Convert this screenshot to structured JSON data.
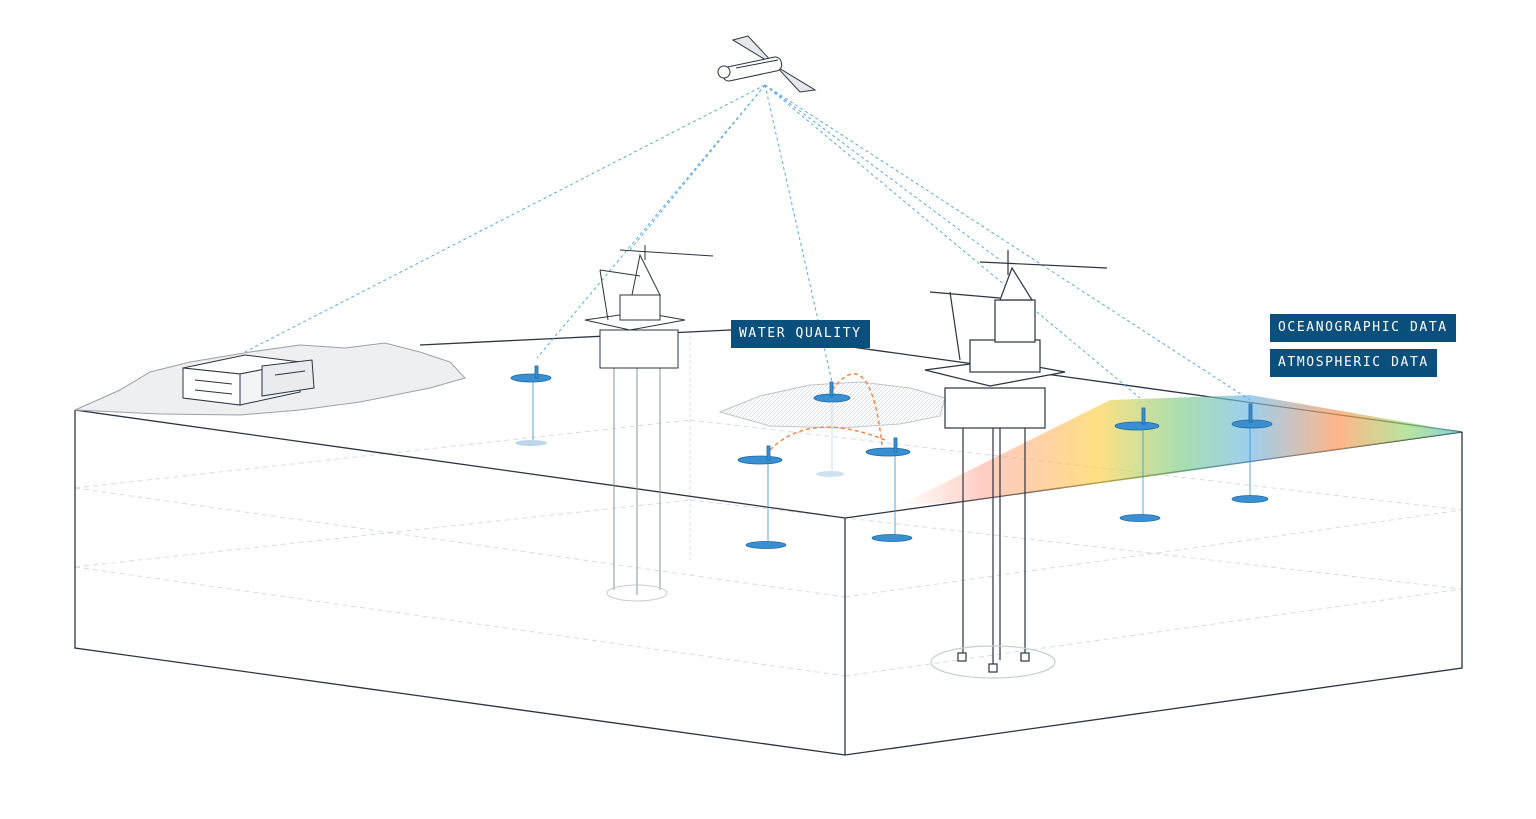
{
  "labels": {
    "water_quality": "WATER QUALITY",
    "oceanographic_data": "OCEANOGRAPHIC DATA",
    "atmospheric_data": "ATMOSPHERIC DATA"
  },
  "colors": {
    "label_background": "#0b4f7d",
    "label_text": "#ffffff",
    "sensor_blue": "#3a8fd0",
    "link_line_blue": "#5aa8e0",
    "acoustic_link_orange": "#f08040",
    "outline": "#2b3440"
  },
  "icons": {
    "satellite": "satellite-icon",
    "onshore_facility": "onshore-building-icon",
    "platform": "offshore-platform-icon",
    "glider": "underwater-glider-icon"
  }
}
